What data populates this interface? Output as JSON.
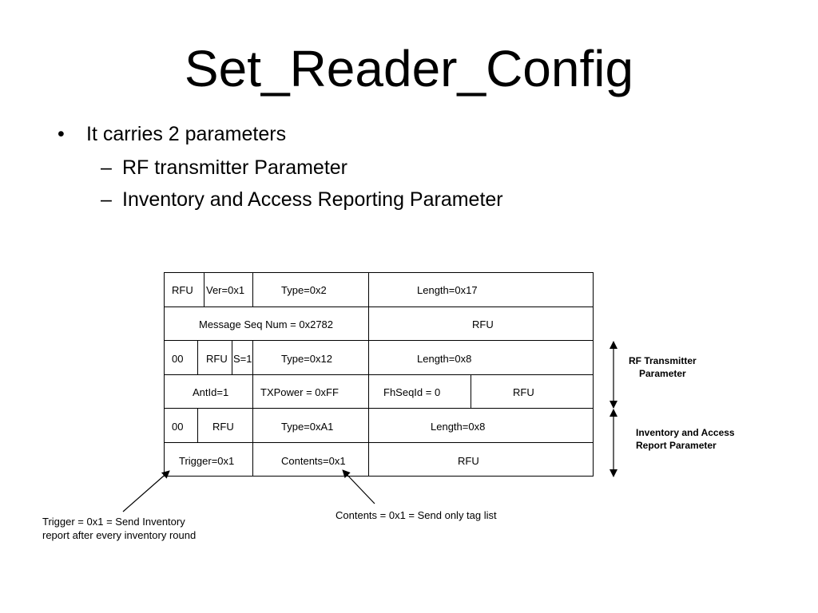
{
  "slide": {
    "title": "Set_Reader_Config",
    "bullets": [
      {
        "level": 1,
        "marker": "•",
        "text": "It carries 2 parameters"
      },
      {
        "level": 2,
        "marker": "–",
        "text": "RF transmitter Parameter"
      },
      {
        "level": 2,
        "marker": "–",
        "text": "Inventory and Access Reporting Parameter"
      }
    ]
  },
  "table": {
    "rows": [
      [
        "RFU",
        "Ver=0x1",
        "Type=0x2",
        "Length=0x17"
      ],
      [
        "Message Seq Num = 0x2782",
        "RFU"
      ],
      [
        "00",
        "RFU",
        "S=1",
        "Type=0x12",
        "Length=0x8"
      ],
      [
        "AntId=1",
        "TXPower = 0xFF",
        "FhSeqId = 0",
        "RFU"
      ],
      [
        "00",
        "RFU",
        "Type=0xA1",
        "Length=0x8"
      ],
      [
        "Trigger=0x1",
        "Contents=0x1",
        "RFU"
      ]
    ]
  },
  "side_labels": {
    "rf_transmitter": [
      "RF Transmitter",
      "Parameter"
    ],
    "inventory_access": [
      "Inventory and Access",
      "Report Parameter"
    ]
  },
  "annotations": {
    "trigger_note": [
      "Trigger = 0x1 = Send Inventory",
      "report after every inventory round"
    ],
    "contents_note": "Contents = 0x1 = Send only tag list"
  }
}
